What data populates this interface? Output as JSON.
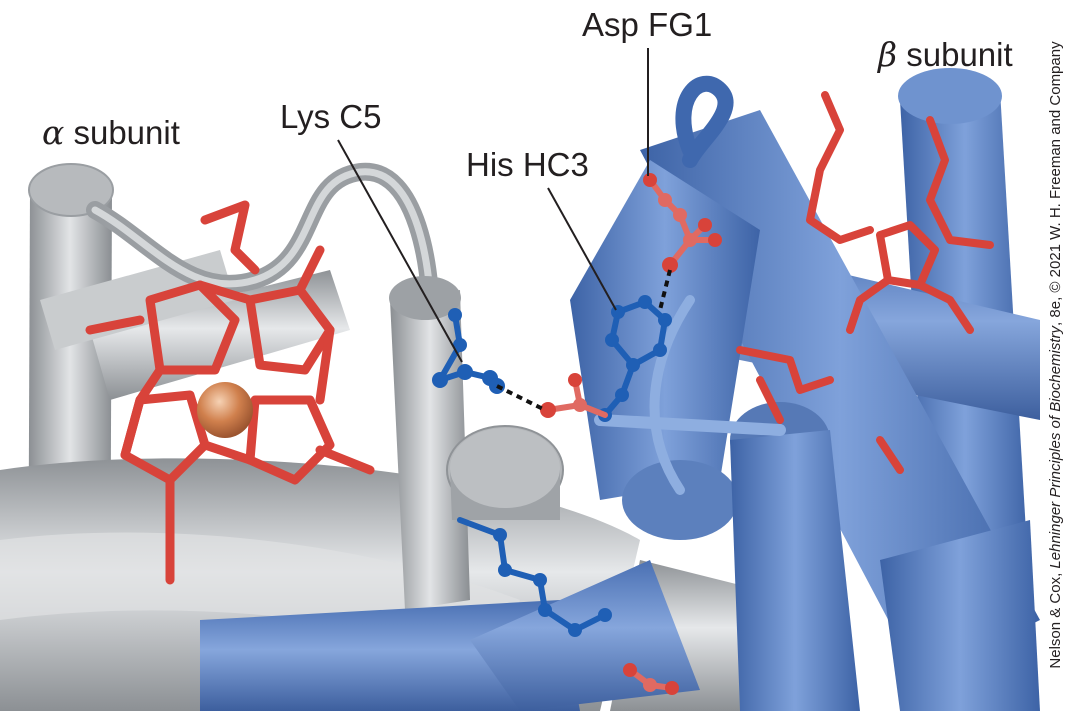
{
  "labels": {
    "alpha_symbol": "α",
    "alpha_word": " subunit",
    "beta_symbol": "β",
    "beta_word": " subunit",
    "lys": "Lys C5",
    "his": "His HC3",
    "asp": "Asp FG1"
  },
  "credit": {
    "prefix": "Nelson & Cox, ",
    "title": "Lehninger Principles of Biochemistry",
    "suffix": ", 8e, © 2021 W. H. Freeman and Company"
  },
  "colors": {
    "alpha_chain": "#b8bcc0",
    "beta_chain": "#5f86c4",
    "acidic_residue": "#d8433a",
    "basic_residue": "#1f5fb5",
    "iron": "#d0804d"
  }
}
